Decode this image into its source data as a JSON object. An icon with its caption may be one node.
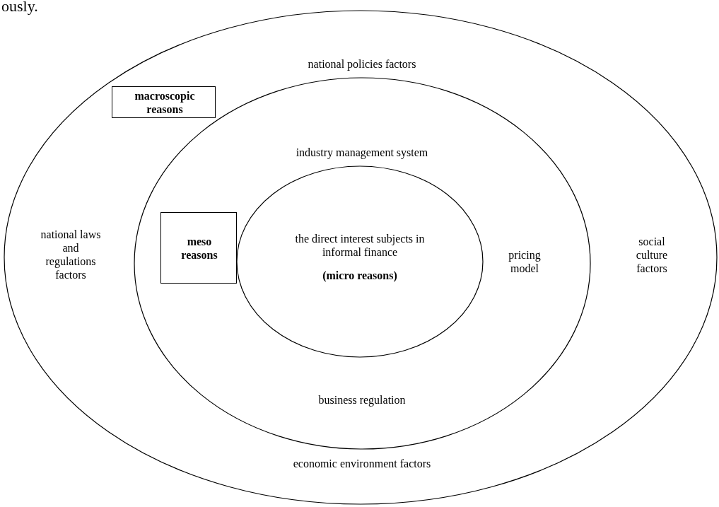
{
  "diagram": {
    "nodes": [
      {
        "text": [
          "national policies factors",
          "national laws and regulations factors",
          "social culture factors",
          "economic environment factors"
        ]
      },
      {
        "text": [
          "macroscopic reasons"
        ],
        "in": 0
      },
      {
        "text": [
          "industry management system",
          "pricing model",
          "business regulation"
        ],
        "in": 0
      },
      {
        "text": [
          "meso reasons"
        ],
        "in": 2
      },
      {
        "text": [
          "the direct interest subjects in informal finance",
          "(micro reasons)"
        ],
        "in": 2
      }
    ],
    "labels": [
      "ously."
    ]
  }
}
